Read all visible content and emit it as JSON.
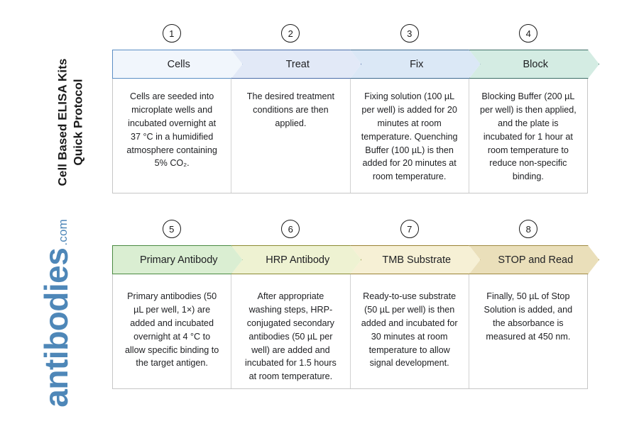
{
  "title": "Cell Based ELISA Kits\nQuick Protocol",
  "brand": {
    "name": "antibodies",
    "tld": ".com",
    "color": "#4e87b8"
  },
  "flow": {
    "rows": [
      {
        "row_name": "row-1",
        "steps": [
          {
            "number": "1",
            "label": "Cells",
            "fill": "#f1f6fc",
            "stroke": "#5b8ec4",
            "description": "Cells are seeded into microplate wells and incubated overnight at 37 °C in a humidified atmosphere containing 5% CO₂."
          },
          {
            "number": "2",
            "label": "Treat",
            "fill": "#e2e9f7",
            "stroke": "#4a6ea8",
            "description": "The desired treatment conditions are then applied."
          },
          {
            "number": "3",
            "label": "Fix",
            "fill": "#dbe8f6",
            "stroke": "#3f6b8f",
            "description": "Fixing solution (100 µL per well) is added for 20 minutes at room temperature. Quenching Buffer (100 µL) is then added for 20 minutes at room temperature."
          },
          {
            "number": "4",
            "label": "Block",
            "fill": "#d4ece3",
            "stroke": "#3c6e66",
            "description": "Blocking Buffer (200 µL per well) is then applied, and the plate is incubated for 1 hour at room temperature to reduce non-specific binding."
          }
        ]
      },
      {
        "row_name": "row-2",
        "steps": [
          {
            "number": "5",
            "label": "Primary Antibody",
            "fill": "#daeed2",
            "stroke": "#4a8a42",
            "description": "Primary antibodies (50 µL per well, 1×) are added and incubated overnight at 4 °C to allow specific binding to the target antigen."
          },
          {
            "number": "6",
            "label": "HRP Antibody",
            "fill": "#eef2d2",
            "stroke": "#8b8a33",
            "description": "After appropriate washing steps, HRP-conjugated secondary antibodies (50 µL per well) are added and incubated for 1.5 hours at room temperature."
          },
          {
            "number": "7",
            "label": "TMB Substrate",
            "fill": "#f6f0d5",
            "stroke": "#9a8334",
            "description": "Ready-to-use substrate (50 µL per well) is then added and incubated for 30 minutes at room temperature to allow signal development."
          },
          {
            "number": "8",
            "label": "STOP and Read",
            "fill": "#eadfba",
            "stroke": "#a08a42",
            "description": "Finally, 50 µL of Stop Solution is added, and the absorbance is measured at 450 nm."
          }
        ]
      }
    ]
  }
}
